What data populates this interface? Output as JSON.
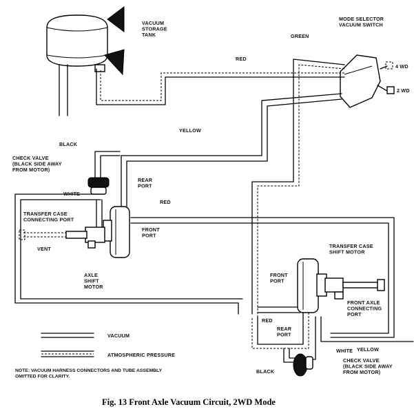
{
  "labels": {
    "vacuum_storage_tank": [
      "VACUUM",
      "STORAGE",
      "TANK"
    ],
    "mode_selector_switch": [
      "MODE SELECTOR",
      "VACUUM SWITCH"
    ],
    "four_wd": "4 WD",
    "two_wd": "2 WD",
    "green": "GREEN",
    "red_top": "RED",
    "yellow_top": "YELLOW",
    "black_top": "BLACK",
    "check_valve_left": [
      "CHECK VALVE",
      "(BLACK SIDE AWAY",
      "FROM MOTOR)"
    ],
    "white_left": "WHITE",
    "transfer_case_connecting_port": [
      "TRANSFER CASE",
      "CONNECTING PORT"
    ],
    "vent": "VENT",
    "rear_port_left": [
      "REAR",
      "PORT"
    ],
    "red_mid": "RED",
    "front_port_left": [
      "FRONT",
      "PORT"
    ],
    "axle_shift_motor": [
      "AXLE",
      "SHIFT",
      "MOTOR"
    ],
    "transfer_case_shift_motor": [
      "TRANSFER CASE",
      "SHIFT MOTOR"
    ],
    "front_port_right": [
      "FRONT",
      "PORT"
    ],
    "front_axle_connecting_port": [
      "FRONT AXLE",
      "CONNECTING",
      "PORT"
    ],
    "red_bottom": "RED",
    "rear_port_right": [
      "REAR",
      "PORT"
    ],
    "yellow_bottom": "YELLOW",
    "white_bottom": "WHITE",
    "black_bottom": "BLACK",
    "check_valve_right": [
      "CHECK VALVE",
      "(BLACK SIDE AWAY",
      "FROM MOTOR)"
    ]
  },
  "legend": {
    "vacuum": "VACUUM",
    "atmospheric": "ATMOSPHERIC PRESSURE"
  },
  "note": [
    "NOTE: VACUUM HARNESS CONNECTORS AND TUBE ASSEMBLY",
    "OMITTED FOR CLARITY."
  ],
  "caption": "Fig. 13  Front Axle Vacuum Circuit, 2WD Mode"
}
